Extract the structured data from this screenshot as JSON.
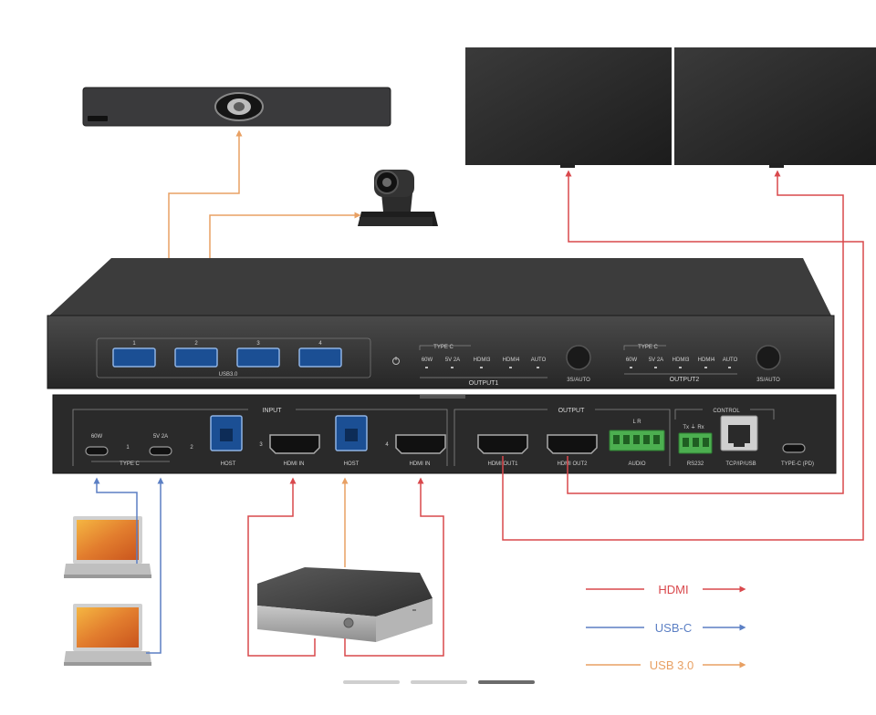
{
  "colors": {
    "hdmi": "#d9484c",
    "usbc": "#5b7fc4",
    "usb3": "#e8a063",
    "device_dark": "#2b2b2b",
    "port_blue": "#3a78c8",
    "terminal_green": "#4caf50"
  },
  "front_panel": {
    "usb_port_numbers": [
      "1",
      "2",
      "3",
      "4"
    ],
    "usb_group_label": "USB3.0",
    "output1": {
      "type_c_label": "TYPE C",
      "options": [
        "60W",
        "5V 2A",
        "HDMI3",
        "HDMI4",
        "AUTO"
      ],
      "group_label": "OUTPUT1",
      "button_label": "3S/AUTO"
    },
    "output2": {
      "type_c_label": "TYPE C",
      "options": [
        "60W",
        "5V 2A",
        "HDMI3",
        "HDMI4",
        "AUTO"
      ],
      "group_label": "OUTPUT2",
      "button_label": "3S/AUTO"
    }
  },
  "rear_panel": {
    "input_section_label": "INPUT",
    "output_section_label": "OUTPUT",
    "control_section_label": "CONTROL",
    "typec_port1_top": "60W",
    "typec_port2_top": "5V 2A",
    "typec_numbers": [
      "1",
      "2"
    ],
    "typec_label": "TYPE C",
    "host1_label": "HOST",
    "hdmi_in3_number": "3",
    "hdmi_in3_label": "HDMI IN",
    "host2_label": "HOST",
    "hdmi_in4_number": "4",
    "hdmi_in4_label": "HDMI IN",
    "hdmi_out1_label": "HDMI OUT1",
    "hdmi_out2_label": "HDMI OUT2",
    "audio_label": "AUDIO",
    "audio_pins": "L  R",
    "rs232_label": "RS232",
    "rs232_pins": "Tx  ⏚  Rx",
    "tcpip_label": "TCP/IP/USB",
    "typec_pd_label": "TYPE-C (PD)"
  },
  "legend": {
    "hdmi_label": "HDMI",
    "usbc_label": "USB-C",
    "usb3_label": "USB 3.0"
  },
  "carousel": {
    "count": 3,
    "active_index": 2
  }
}
